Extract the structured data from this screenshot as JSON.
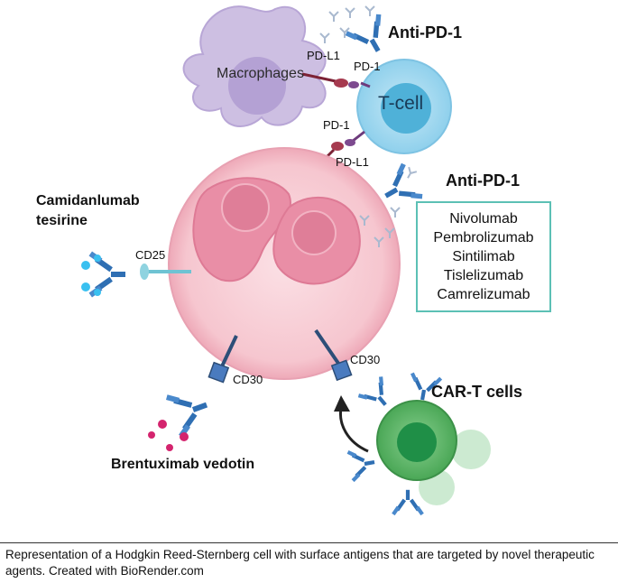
{
  "labels": {
    "macrophages": "Macrophages",
    "tcell": "T-cell",
    "pdl1_top": "PD-L1",
    "pd1_top": "PD-1",
    "pd1_mid": "PD-1",
    "pdl1_mid": "PD-L1",
    "anti_pd1_top": "Anti-PD-1",
    "anti_pd1_right": "Anti-PD-1",
    "camidanlumab_line1": "Camidanlumab",
    "camidanlumab_line2": "tesirine",
    "cd25": "CD25",
    "cd30_left": "CD30",
    "cd30_right": "CD30",
    "car_t": "CAR-T cells",
    "brentuximab": "Brentuximab vedotin"
  },
  "anti_pd1_drugs": [
    "Nivolumab",
    "Pembrolizumab",
    "Sintilimab",
    "Tislelizumab",
    "Camrelizumab"
  ],
  "caption": "Representation of a Hodgkin Reed-Sternberg cell with surface antigens that are targeted by novel therapeutic agents. Created with BioRender.com",
  "colors": {
    "hrs_cell": "#f6c6cf",
    "nucleus": "#e98ea6",
    "tcell": "#9fd6ee",
    "macrophage": "#cdbfe2",
    "cart_cell": "#5bb567",
    "antibody": "#2f6fb3",
    "drug_box_border": "#5cc0b5"
  }
}
